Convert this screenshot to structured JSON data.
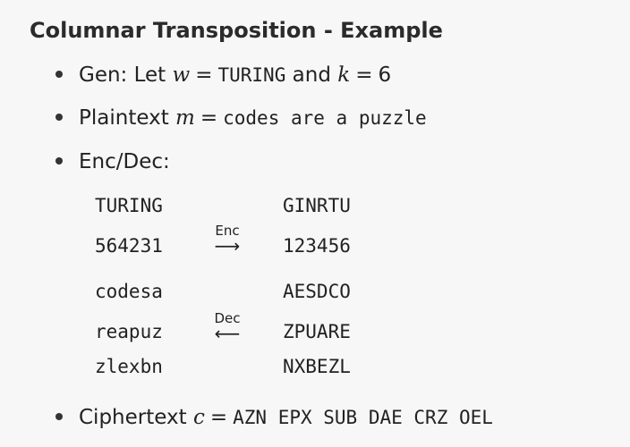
{
  "slide": {
    "title": "Columnar Transposition - Example",
    "gen": {
      "label": "Gen: Let",
      "w_var": "w",
      "eq": "=",
      "w_val": "TURING",
      "and": "and",
      "k_var": "k",
      "k_val": "6"
    },
    "plain": {
      "label": "Plaintext",
      "m_var": "m",
      "eq": "=",
      "m_val": "codes are a puzzle"
    },
    "encdec": {
      "label": "Enc/Dec:"
    },
    "left_col": [
      "TURING",
      "564231",
      "codesa",
      "reapuz",
      "zlexbn"
    ],
    "right_col": [
      "GINRTU",
      "123456",
      "AESDCO",
      "ZPUARE",
      "NXBEZL"
    ],
    "enc_arrow": {
      "label": "Enc",
      "glyph": "⟶"
    },
    "dec_arrow": {
      "label": "Dec",
      "glyph": "⟵"
    },
    "cipher": {
      "label": "Ciphertext",
      "c_var": "c",
      "eq": "=",
      "c_val": "AZN EPX SUB DAE CRZ OEL"
    }
  }
}
